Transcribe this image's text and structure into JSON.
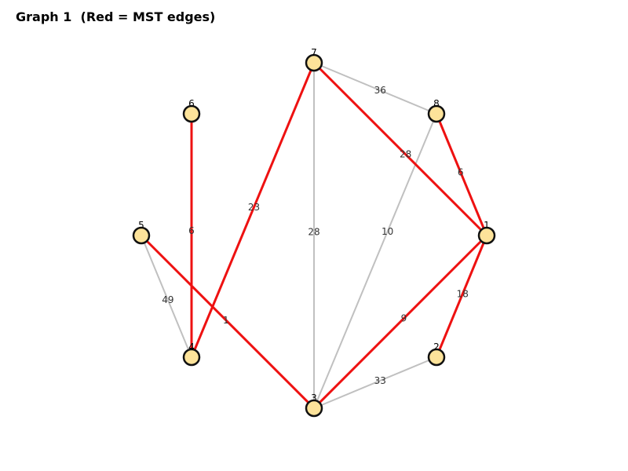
{
  "title": "Graph 1  (Red = MST edges)",
  "colors": {
    "mst_edge": "#ee1111",
    "edge": "#c0c0c0",
    "node_fill": "#fde39a",
    "node_stroke": "#111111"
  },
  "nodes": [
    {
      "id": "1",
      "label": "1"
    },
    {
      "id": "2",
      "label": "2"
    },
    {
      "id": "3",
      "label": "3"
    },
    {
      "id": "4",
      "label": "4"
    },
    {
      "id": "5",
      "label": "5"
    },
    {
      "id": "6",
      "label": "6"
    },
    {
      "id": "7",
      "label": "7"
    },
    {
      "id": "8",
      "label": "8"
    }
  ],
  "edges": [
    {
      "from": "7",
      "to": "8",
      "weight": "36",
      "mst": false
    },
    {
      "from": "7",
      "to": "3",
      "weight": "28",
      "mst": false
    },
    {
      "from": "8",
      "to": "3",
      "weight": "10",
      "mst": false
    },
    {
      "from": "3",
      "to": "2",
      "weight": "33",
      "mst": false
    },
    {
      "from": "5",
      "to": "4",
      "weight": "49",
      "mst": false
    },
    {
      "from": "6",
      "to": "4",
      "weight": "6",
      "mst": true
    },
    {
      "from": "7",
      "to": "4",
      "weight": "23",
      "mst": true
    },
    {
      "from": "7",
      "to": "1",
      "weight": "28",
      "mst": true
    },
    {
      "from": "8",
      "to": "1",
      "weight": "6",
      "mst": true
    },
    {
      "from": "1",
      "to": "3",
      "weight": "9",
      "mst": true
    },
    {
      "from": "1",
      "to": "2",
      "weight": "18",
      "mst": true
    },
    {
      "from": "5",
      "to": "3",
      "weight": "1",
      "mst": true
    }
  ]
}
